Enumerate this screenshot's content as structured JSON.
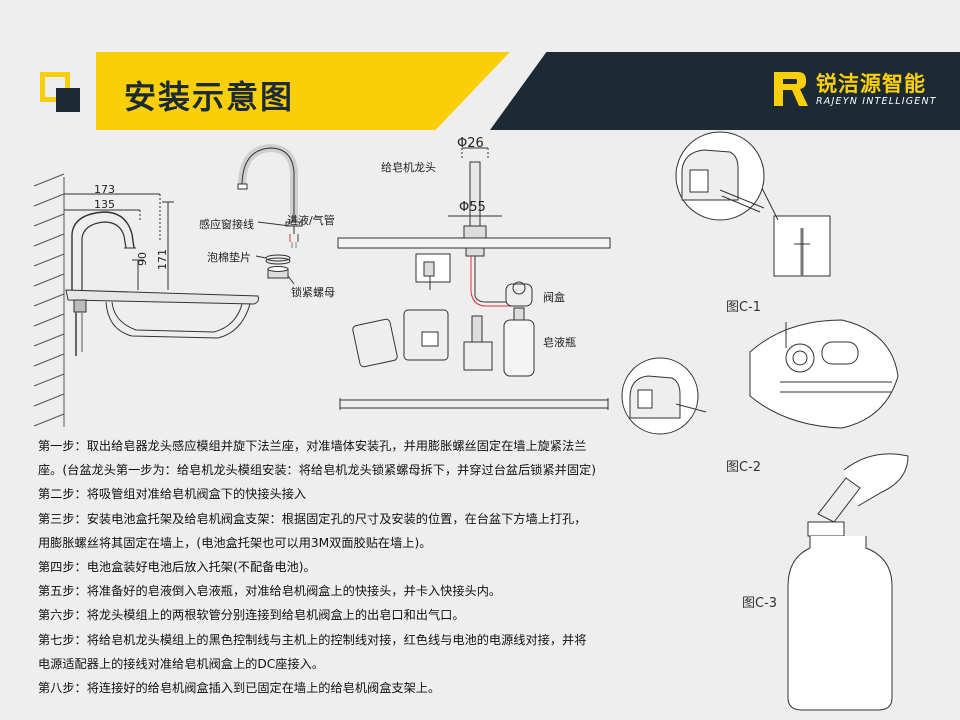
{
  "header": {
    "title": "安装示意图",
    "brand_name": "锐洁源智能",
    "brand_sub": "RAJEYN INTELLIGENT",
    "colors": {
      "yellow": "#f9cf0a",
      "dark": "#1b2a34"
    }
  },
  "figure_left": {
    "dims": {
      "w173": "173",
      "w135": "135",
      "h90": "90",
      "h171": "171"
    }
  },
  "figure_parts": {
    "labels": {
      "sensor_wire": "感应窗接线",
      "inlet_pipe": "进液/气管",
      "gasket": "泡棉垫片",
      "lock_nut": "锁紧螺母"
    }
  },
  "figure_center": {
    "labels": {
      "phi26": "Φ26",
      "phi55": "Φ55",
      "faucet": "给皂机龙头",
      "valve_box": "阀盒",
      "soap_bottle": "皂液瓶"
    }
  },
  "figure_right": {
    "captions": {
      "c1": "图C-1",
      "c2": "图C-2",
      "c3": "图C-3"
    }
  },
  "steps": [
    "第一步：取出给皂器龙头感应模组并旋下法兰座，对准墙体安装孔，并用膨胀螺丝固定在墙上旋紧法兰",
    "座。(台盆龙头第一步为：给皂机龙头模组安装：将给皂机龙头锁紧螺母拆下，并穿过台盆后锁紧并固定)",
    "第二步：将吸管组对准给皂机阀盒下的快接头接入",
    "第三步：安装电池盒托架及给皂机阀盒支架：根据固定孔的尺寸及安装的位置，在台盆下方墙上打孔，",
    "用膨胀螺丝将其固定在墙上，(电池盒托架也可以用3M双面胶贴在墙上)。",
    "第四步：电池盒装好电池后放入托架(不配备电池)。",
    "第五步：将准备好的皂液倒入皂液瓶，对准给皂机阀盒上的快接头，并卡入快接头内。",
    "第六步：将龙头模组上的两根软管分别连接到给皂机阀盒上的出皂口和出气口。",
    "第七步：将给皂机龙头模组上的黑色控制线与主机上的控制线对接，红色线与电池的电源线对接，并将",
    "电源适配器上的接线对准给皂机阀盒上的DC座接入。",
    "第八步：将连接好的给皂机阀盒插入到已固定在墙上的给皂机阀盒支架上。"
  ]
}
